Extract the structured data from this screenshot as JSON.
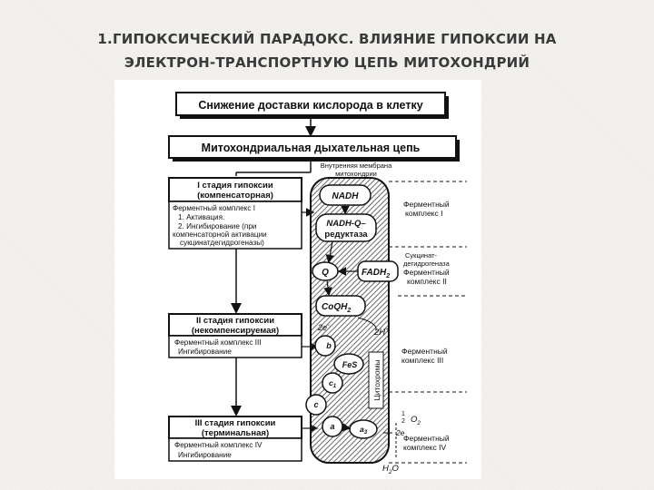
{
  "slide": {
    "title_line1": "1.ГИПОКСИЧЕСКИЙ ПАРАДОКС. ВЛИЯНИЕ ГИПОКСИИ НА",
    "title_line2": "ЭЛЕКТРОН-ТРАНСПОРТНУЮ ЦЕПЬ МИТОХОНДРИЙ"
  },
  "diagram": {
    "top_box": "Снижение доставки кислорода в клетку",
    "chain_box": "Митохондриальная дыхательная цепь",
    "membrane_label_1": "Внутренняя мембрана",
    "membrane_label_2": "митохондрии",
    "stage1": {
      "title_1": "I стадия гипоксии",
      "title_2": "(компенсаторная)",
      "text_1": "Ферментный комплекс I",
      "text_2": "1. Активация.",
      "text_3": "2. Ингибирование (при",
      "text_4": "компенсаторной активации",
      "text_5": "сукцинатдегидрогеназы)"
    },
    "stage2": {
      "title_1": "II стадия гипоксии",
      "title_2": "(некомпенсируемая)",
      "text_1": "Ферментный комплекс III",
      "text_2": "Ингибирование"
    },
    "stage3": {
      "title_1": "III стадия гипоксии",
      "title_2": "(терминальная)",
      "text_1": "Ферментный комплекс IV",
      "text_2": "Ингибирование"
    },
    "chain": {
      "nadh": "NADH",
      "nadh_q_1": "NADH-Q–",
      "nadh_q_2": "редуктаза",
      "q": "Q",
      "fadh2": "FADH",
      "fadh2_sub": "2",
      "coqh2": "CoQH",
      "coqh2_sub": "2",
      "two_e": "2e",
      "two_h": "2H",
      "plus": "+",
      "minus": "−",
      "b": "b",
      "fes": "FeS",
      "c1": "c",
      "c1_sub": "1",
      "c": "c",
      "a": "a",
      "a3": "a",
      "a3_sub": "3",
      "cytochromes": "Цитохромы",
      "half": "1",
      "half_den": "2",
      "o2": "O",
      "o2_sub": "2",
      "two_e2": "2e",
      "h2o": "H",
      "h2o_sub": "2",
      "h2o_o": "O"
    },
    "right": {
      "complex1_1": "Ферментный",
      "complex1_2": "комплекс I",
      "sdh_1": "Сукцинат-",
      "sdh_2": "дегидрогеназа",
      "complex2_1": "Ферментный",
      "complex2_2": "комплекс II",
      "complex3_1": "Ферментный",
      "complex3_2": "комплекс III",
      "complex4_1": "Ферментный",
      "complex4_2": "комплекс IV"
    }
  }
}
